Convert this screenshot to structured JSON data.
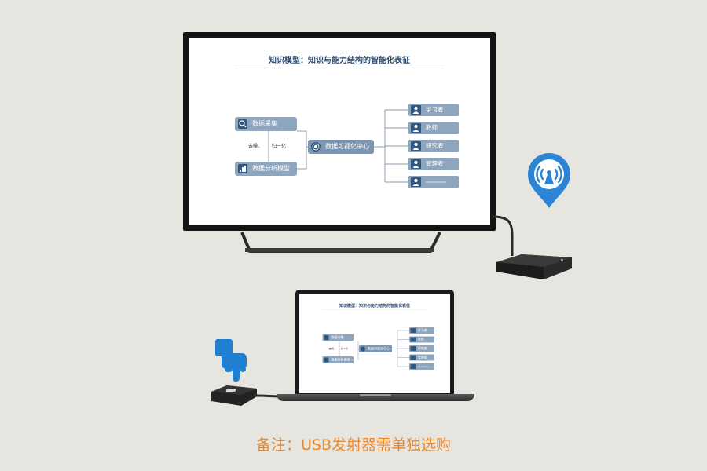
{
  "slide": {
    "title": "知识模型：知识与能力结构的智能化表征",
    "data_collection": "数据采集",
    "data_analysis": "数据分析模型",
    "edge_label_left": "去噪、",
    "edge_label_right": "归一化",
    "center_node": "数据可视化中心",
    "roles": [
      "学习者",
      "教师",
      "研究者",
      "管理者",
      ""
    ]
  },
  "caption": "备注：USB发射器需单独选购",
  "colors": {
    "background": "#e7e5e0",
    "node_fill": "#8ea5be",
    "icon_fill": "#2f5680",
    "title_text": "#2d4a6b",
    "caption_text": "#e8892e",
    "pin_blue": "#2b84d4",
    "hand_blue": "#1f7fd0"
  },
  "icons": [
    "search-icon",
    "chart-icon",
    "hub-icon",
    "user-icon",
    "wifi-signal-icon",
    "pointing-hand-icon"
  ]
}
